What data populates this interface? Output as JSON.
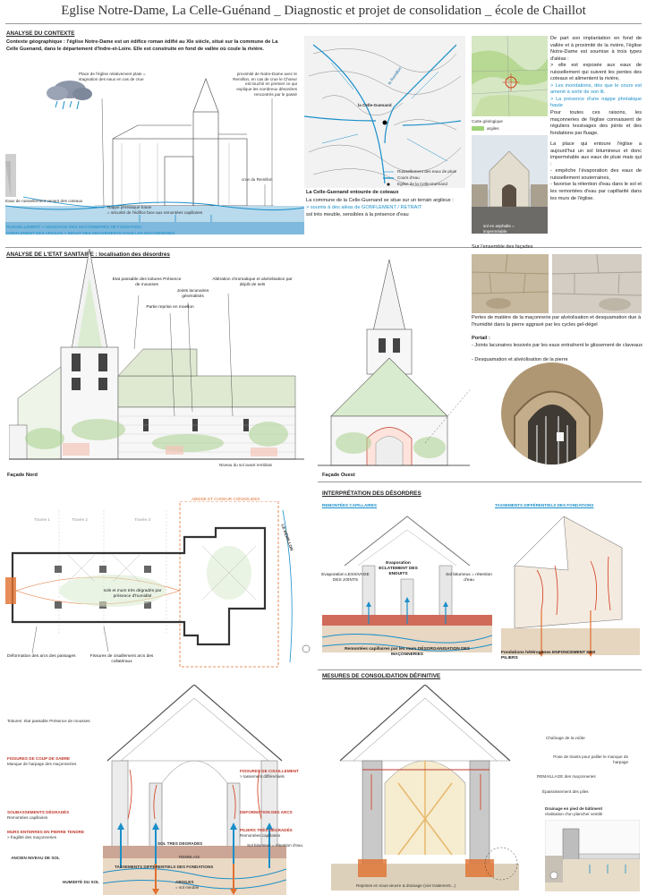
{
  "header": {
    "title": "Eglise Notre-Dame, La Celle-Guénand _ Diagnostic et projet de consolidation _ école de Chaillot"
  },
  "contexte": {
    "section_title": "ANALYSE DU CONTEXTE",
    "intro": "Contexte géographique : l'église Notre-Dame est un édifice roman édifié au XIe siècle, situé sur la commune de La Celle Guenand, dans le département d'Indre-et-Loire. Elle est construite en fond de vallée où coule la rivière.",
    "label_place": "Place de l'église relativement plate = stagnation des eaux en cas de crue",
    "label_proximite": "proximité de Notre-Dame avec le Remillon, en cas de crue le Choeur est touché en premier ce qui explique les nombreux désordres rencontrés par le passé",
    "label_crue": "crue du Remillon",
    "label_eaux": "Eaux de ruissellement venant des coteaux",
    "label_nappe": "Nappe phréatique haute",
    "label_nappe2": "= sécurité de l'édifice face aux remontées capillaires",
    "caption_1": "RUISSELLEMENT > LESSIVAGE DES MACONNERIES DE FONDATION",
    "caption_2": "GONFLEMENT DES ARGILES > INDUIT DES MOUVEMENTS DANS LES MACONNERIES",
    "map_label": "la Celle-Guenand",
    "map_river": "le Remillon",
    "legend_1": "Ruissellement des eaux de pluie",
    "legend_2": "Cours d'eau",
    "legend_3": "Eglise de la Celle-Guenand",
    "map_caption_title": "La Celle-Guenand entourée de coteaux",
    "map_caption": "La commune de la Celle-Guenand se situe sur un terrain argileux :",
    "map_caption_blue": "> soumis à des aléas de GONFLEMENT / RETRAIT",
    "map_caption_end": "sol très meuble, sensibles à la présence d'eau",
    "geo_caption": "Carte géologique",
    "geo_legend": "argiles",
    "photo_caption": "sol en asphalte = imperméable",
    "right_text_1": "De part son implantation en fond de vallée et à proximité de la rivière, l'église Notre-Dame est soumise à trois types d'aléas :",
    "right_text_2": "> elle est exposée aux eaux de ruissellement qui suivent les pentes des coteaux et alimentent la rivière,",
    "right_text_3": "> Les inondations, dès que le cours est amené à sortir de son lit.",
    "right_text_4": "> La présence d'une nappe phréatique haute",
    "right_text_5": "Pour toutes ces raisons, les maçonneries de l'église connaissent de réguliers lessivages des joints et des fondations par fluage.",
    "right_text_6": "La place qui entoure l'église a aujourd'hui un sol bitumineux et donc imperméable aux eaux de pluie mais qui :",
    "right_text_7": "- empêche l'évaporation des eaux de ruissellement souterraines,",
    "right_text_8": "- favorise la rétention d'eau dans le sol et les remontées d'eau par capillarité dans les murs de l'église."
  },
  "sanitaire": {
    "section_title": "ANALYSE DE L'ETAT SANITAIRE : localisation des désordres",
    "l1": "Etat passable des toitures Présence de mousses",
    "l2": "Partie reprise en moellon",
    "l3": "Joints lacunaires généralisés",
    "l4": "Altération chromatique et alvéolisation par dépôt de sels",
    "sol": "Niveau du sol avant remblais",
    "facade_n": "Façade Nord",
    "facade_o": "Façade Ouest",
    "photos_title": "Sur l'ensemble des façades",
    "photos_caption": "Pertes de matière de la maçonnerie par alvéolisation et desquamation due à l'humidité dans la pierre aggravé par les cycles gel-dégel",
    "portail_title": "Portail :",
    "portail_1": "- Joints lacunaires lessivés par les eaux entraînent le glissement de claveaux",
    "portail_2": "- Desquamation et alvéolisation de la pierre"
  },
  "plan": {
    "travee1": "Travée 1",
    "travee2": "Travée 2",
    "travee3": "Travée 3",
    "abside": "ABSIDE ET CHOEUR CONSOLIDES",
    "river": "LE REMILLON",
    "sols": "sols et murs très dégradés par présence d'humidité",
    "deformation": "Déformation des arcs des passages",
    "fissures": "Fissures de cisaillement arcs des collatéraux"
  },
  "interpretation": {
    "section_title": "INTERPRÉTATION DES DÉSORDRES",
    "sub1": "REMONTÉES CAPILLAIRES",
    "sub2": "TASSEMENTS DIFFÉRENTIELS DES FONDATIONS",
    "evap1": "Evaporation LESSIVAGE DES JOINTS",
    "evap2": "Evaporation ECLATEMENT DES ENDUITS",
    "sol_bit": "Sol bitumeux = rétention d'eau",
    "remontees": "Remontées capillaires par les murs DÉSORGANISATION DES MAÇONNERIES",
    "fondations": "Fondations hétérogènes ENFONCEMENT DES PILIERS"
  },
  "coupe": {
    "toitures": "Toitures: état passable Présence de mousses",
    "fissures_sabre": "FISSURES DE COUP DE SABRE",
    "harpage": "Manque de harpage des maçonneries",
    "soubassements": "SOUBASSEMENTS DÉGRADÉS",
    "soub_sub": "Remontées capillaires",
    "murs": "MURS ENTERRES EN PIERRE TENDRE",
    "murs_sub": "> fragilité des maçonneries",
    "ancien": "ANCIEN NIVEAU DE SOL",
    "humidite": "HUMIDITÉ DU SOL",
    "argiles": "ARGILES",
    "sol_meuble": "= sol meuble",
    "tassements": "TASSEMENTS DIFFÉRENTIELS DES FONDATIONS",
    "sol_tres": "SOL TRES DEGRADES",
    "remblais": "REMBLAIS",
    "fiss_cis": "FISSURES DE CISAILLEMENT",
    "fiss_cis_sub": "> tassement différentiels",
    "deformation": "DEFORMATION DES ARCS",
    "piliers": "PILIERS TRÈS DÉGRADÉS",
    "piliers_sub": "Remontées capillaires",
    "sol_bit": "Sol bitumeux = rétention d'eau"
  },
  "mesures": {
    "section_title": "MESURES DE CONSOLIDATION DÉFINITIVE",
    "chainage": "Chaînage de la voûte",
    "pose": "Pose de tirants pour pallier le manque de harpage",
    "remaillage": "REMAILLAGE des maçonneries",
    "epaississement": "Épaississement des piles",
    "drainage_t": "Drainage en pied de bâtiment",
    "drainage_s": "réalisation d'un plancher ventilé",
    "reprises": "Reprises en sous-œuvre & drainage (voir traitement...)"
  }
}
